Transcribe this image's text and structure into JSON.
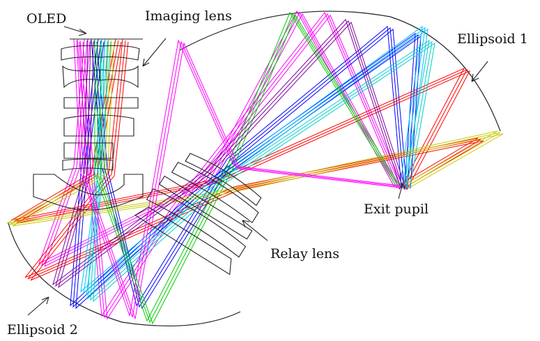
{
  "labels": {
    "oled": "OLED",
    "imaging_lens": "Imaging lens",
    "ellipsoid_1": "Ellipsoid 1",
    "exit_pupil": "Exit pupil",
    "relay_lens": "Relay lens",
    "ellipsoid_2": "Ellipsoid 2"
  },
  "ray_colors": [
    "#ff00ff",
    "#0000ff",
    "#ff0000",
    "#00c0ff",
    "#00cc00",
    "#c8c800",
    "#8000a0",
    "#00cccc"
  ]
}
